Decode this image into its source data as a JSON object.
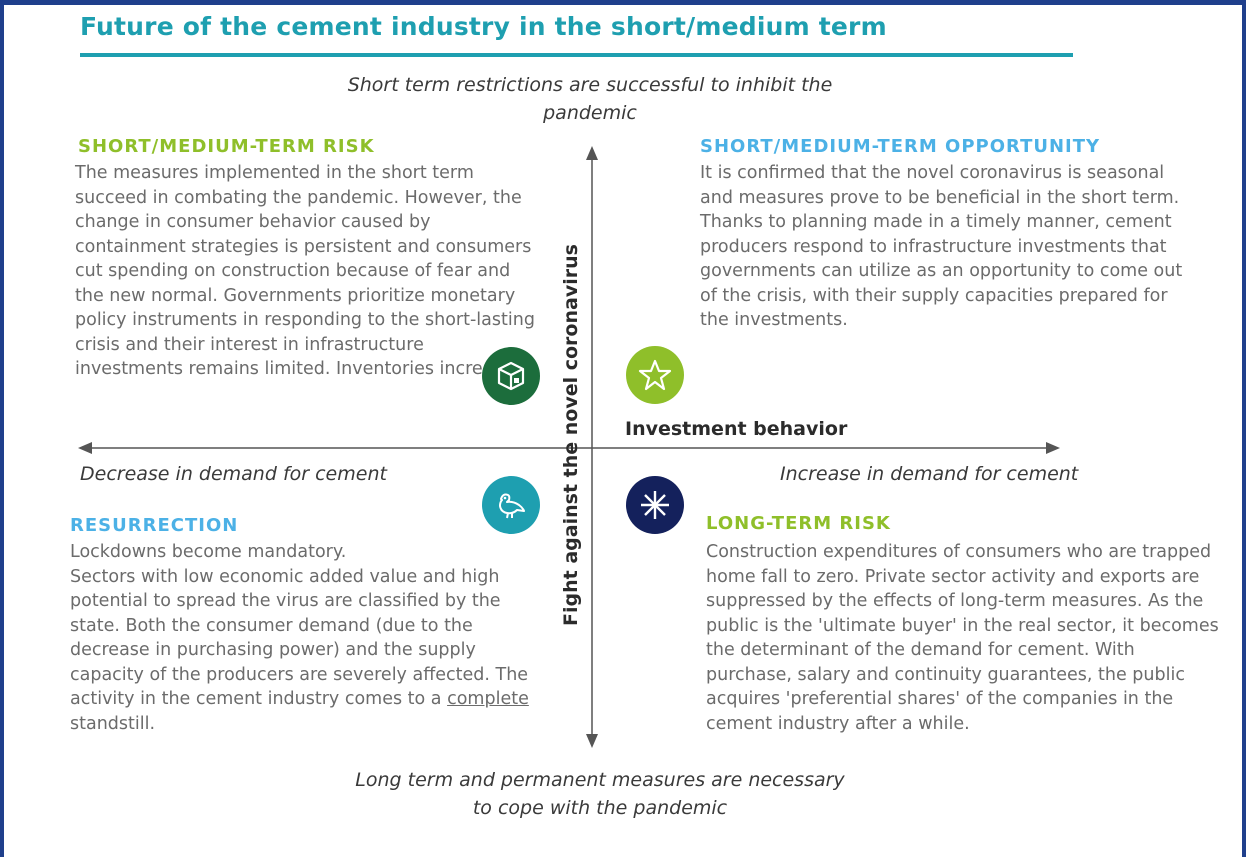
{
  "title": "Future of the cement industry in the short/medium term",
  "axes": {
    "top_caption": "Short term restrictions are successful to inhibit the pandemic",
    "bottom_caption": "Long term and permanent measures are necessary to cope with the pandemic",
    "left_caption": "Decrease in demand for cement",
    "right_caption": "Increase in demand for cement",
    "x_label": "Investment behavior",
    "y_label": "Fight against the novel coronavirus"
  },
  "quadrants": {
    "top_left": {
      "title": "SHORT/MEDIUM-TERM RISK",
      "body": "The measures implemented in the short term succeed in combating the pandemic. However, the change in consumer behavior caused by containment strategies is persistent and consumers cut spending on construction because of fear and the new normal. Governments prioritize monetary policy instruments in responding to the short-lasting crisis and their interest in infrastructure investments remains limited. Inventories increase.",
      "icon": "box-icon",
      "color": "#1c6d3c"
    },
    "top_right": {
      "title": "SHORT/MEDIUM-TERM OPPORTUNITY",
      "body": "It is confirmed that the novel coronavirus is seasonal and measures prove to be beneficial in the short term. Thanks to planning made in a timely manner, cement producers respond to infrastructure investments that governments can utilize as an opportunity to come out of the crisis, with their supply capacities prepared for the investments.",
      "icon": "star-icon",
      "color": "#8fbf2a"
    },
    "bottom_left": {
      "title": "RESURRECTION",
      "line1": "Lockdowns become mandatory.",
      "body_main": "Sectors with low economic added value and high potential to spread the virus are classified by the state. Both the consumer demand (due to the decrease in purchasing power) and the supply capacity of the producers are severely affected. The activity in the cement industry comes to a",
      "underlined": "complete",
      "body_end": "standstill.",
      "icon": "bird-icon",
      "color": "#1e9fb0"
    },
    "bottom_right": {
      "title": "LONG-TERM RISK",
      "body": "Construction expenditures of consumers who are trapped home fall to zero. Private sector activity and exports are suppressed by the effects of long-term measures. As the public is the 'ultimate buyer' in the real sector, it becomes the determinant of the demand for cement. With purchase, salary and continuity guarantees, the public acquires 'preferential shares' of the companies in the cement industry after a while.",
      "icon": "sparkle-icon",
      "color": "#14215c"
    }
  },
  "colors": {
    "frame": "#1f3f8c",
    "title": "#1e9fb0",
    "green_heading": "#8fbf2a",
    "blue_heading": "#4cb1e6"
  }
}
